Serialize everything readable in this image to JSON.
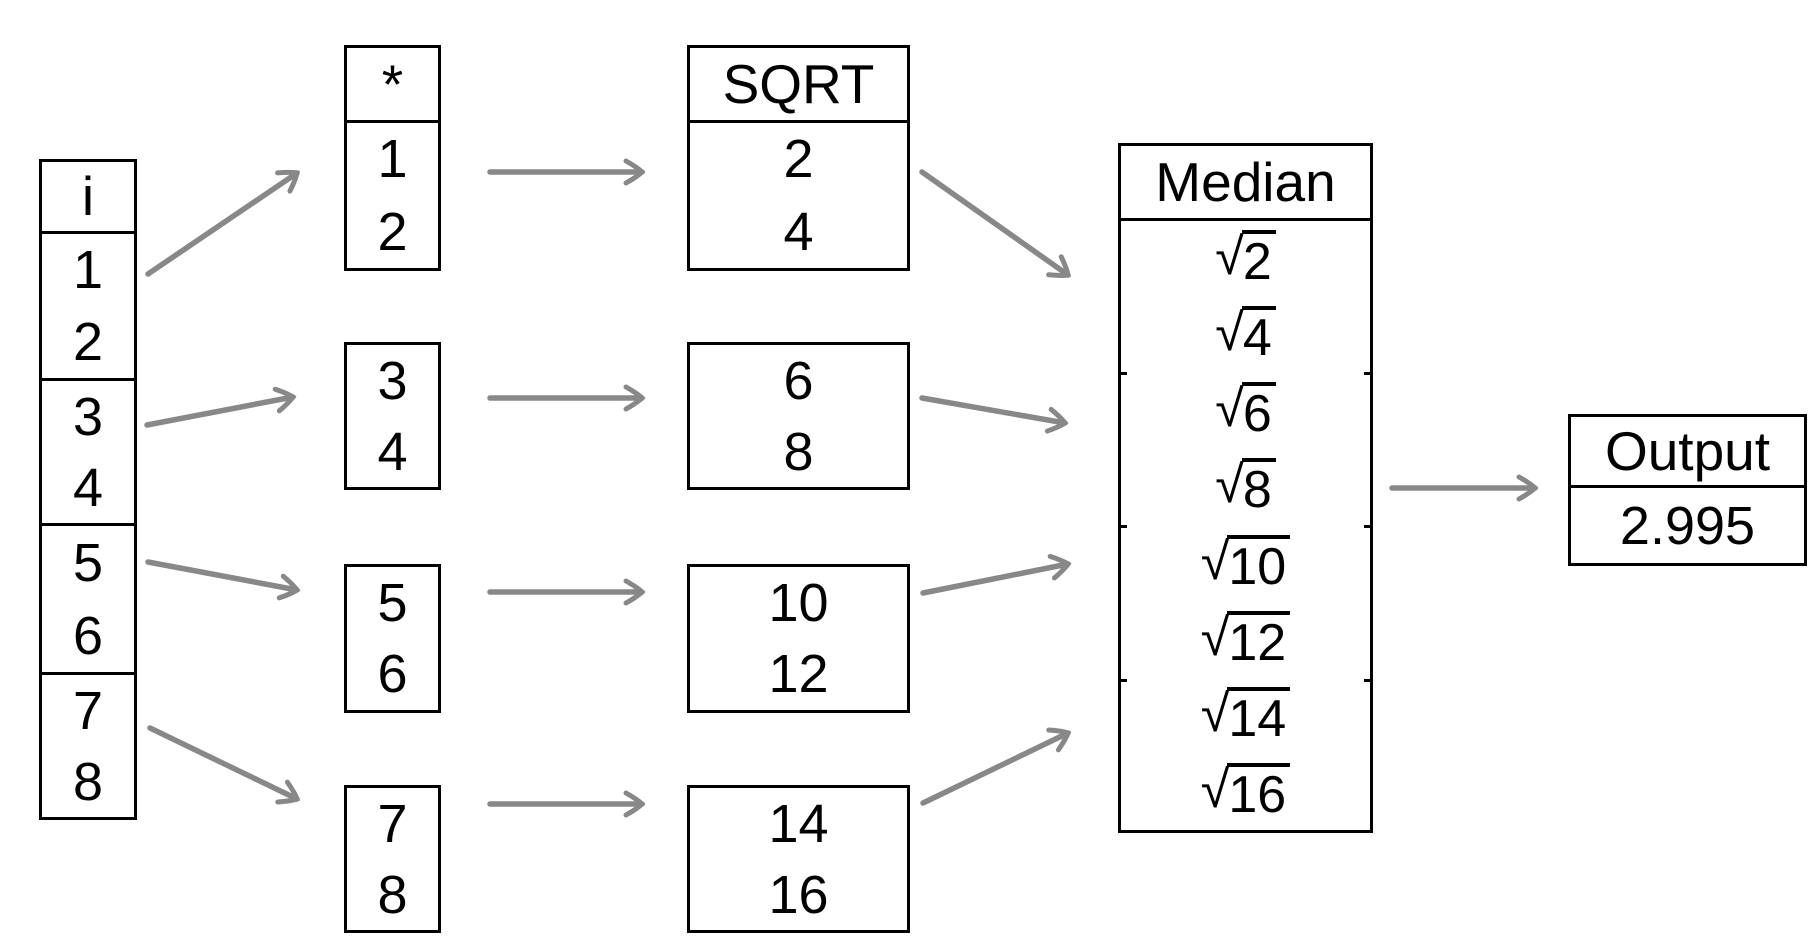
{
  "colors": {
    "arrow": "#888888",
    "border": "#000000",
    "background": "#ffffff"
  },
  "input_table": {
    "header": "i",
    "groups": [
      [
        "1",
        "2"
      ],
      [
        "3",
        "4"
      ],
      [
        "5",
        "6"
      ],
      [
        "7",
        "8"
      ]
    ]
  },
  "multiply_column": {
    "header": "*",
    "boxes": [
      [
        "1",
        "2"
      ],
      [
        "3",
        "4"
      ],
      [
        "5",
        "6"
      ],
      [
        "7",
        "8"
      ]
    ]
  },
  "sqrt_column": {
    "header": "SQRT",
    "boxes": [
      [
        "2",
        "4"
      ],
      [
        "6",
        "8"
      ],
      [
        "10",
        "12"
      ],
      [
        "14",
        "16"
      ]
    ]
  },
  "median_box": {
    "header": "Median",
    "radical_symbol": "√",
    "radicands": [
      "2",
      "4",
      "6",
      "8",
      "10",
      "12",
      "14",
      "16"
    ]
  },
  "output_box": {
    "header": "Output",
    "value": "2.995"
  }
}
